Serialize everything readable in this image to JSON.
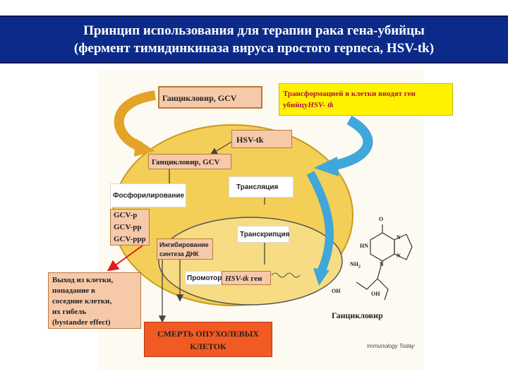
{
  "title": {
    "line1": "Принцип использования для терапии рака гена-убийцы",
    "line2": "(фермент тимидинкиназа вируса простого герпеса, HSV-tk)"
  },
  "diagram": {
    "gcv_outside": "Ганцикловир, GCV",
    "transform_line1": "Трансформацией в клетки вводят ген",
    "transform_line2": "убийцу",
    "transform_gene": "HSV- tk",
    "hsv_tk_box": "HSV-tk",
    "gcv_inside": "Ганцикловир, GCV",
    "phosphorylation": "Фосфорилирование",
    "translation": "Трансляция",
    "transcription": "Транскрипция",
    "gcv_p": "GCV-p",
    "gcv_pp": "GCV-pp",
    "gcv_ppp": "GCV-ppp",
    "inhibition_line1": "Ингибирование",
    "inhibition_line2": "синтеза ДНК",
    "promoter": "Промотор",
    "gene_name": "HSV-tk",
    "gene_word": "ген",
    "bystander_1": "Выход из клетки,",
    "bystander_2": "попадание в",
    "bystander_3": "соседние клетки,",
    "bystander_4": "их гибель",
    "bystander_5": "(bystander effect)",
    "death_line1": "СМЕРТЬ ОПУХОЛЕВЫХ",
    "death_line2": "КЛЕТОК",
    "molecule_name": "Ганцикловир",
    "credit": "Immunology Today",
    "atoms": {
      "o": "O",
      "hn": "HN",
      "n1": "N",
      "n2": "N",
      "n3": "N",
      "nh2": "NH",
      "sub2": "2",
      "oh1": "OH",
      "oh2": "OH"
    }
  },
  "colors": {
    "title_bg": "#0b2a8a",
    "cell": "#f3cf57",
    "nucleus": "#f5d87a",
    "orange_box": "#f6c9a8",
    "yellow_box": "#fff200",
    "death_box": "#f25a23",
    "arrow_orange": "#e3a326",
    "arrow_blue": "#3fa7d9"
  }
}
